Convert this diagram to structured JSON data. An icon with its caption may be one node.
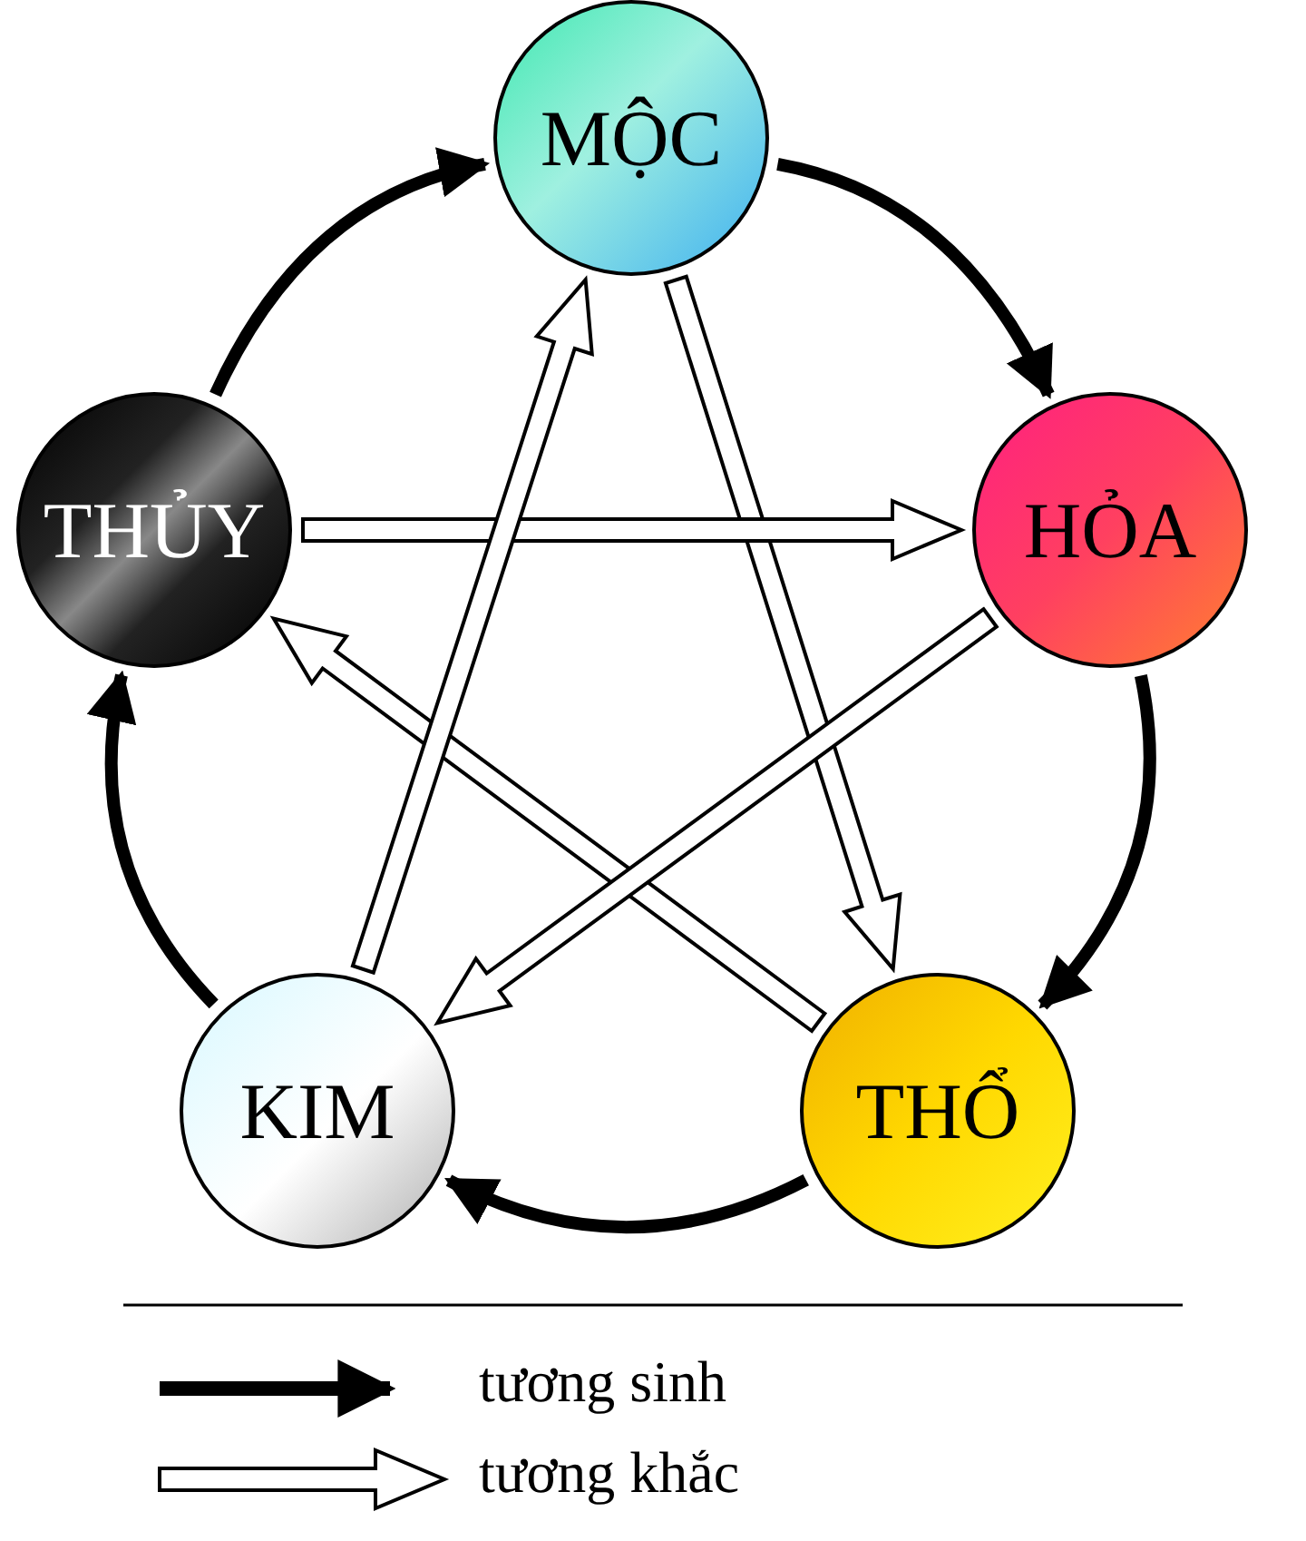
{
  "diagram": {
    "nodes": [
      {
        "text": [
          "MỘC"
        ]
      },
      {
        "text": [
          "HỎA"
        ]
      },
      {
        "text": [
          "THỔ"
        ]
      },
      {
        "text": [
          "KIM"
        ]
      },
      {
        "text": [
          "THỦY"
        ]
      }
    ],
    "edges": [
      {
        "from": 0,
        "to": 1,
        "arrow": "to"
      },
      {
        "from": 1,
        "to": 2,
        "arrow": "to"
      },
      {
        "from": 2,
        "to": 3,
        "arrow": "to"
      },
      {
        "from": 3,
        "to": 4,
        "arrow": "to"
      },
      {
        "from": 4,
        "to": 0,
        "arrow": "to"
      },
      {
        "from": 0,
        "to": 2,
        "arrow": "to",
        "color": "#ffffff"
      },
      {
        "from": 2,
        "to": 4,
        "arrow": "to",
        "color": "#ffffff"
      },
      {
        "from": 4,
        "to": 1,
        "arrow": "to",
        "color": "#ffffff"
      },
      {
        "from": 1,
        "to": 3,
        "arrow": "to",
        "color": "#ffffff"
      },
      {
        "from": 3,
        "to": 0,
        "arrow": "to",
        "color": "#ffffff"
      }
    ],
    "legend": [
      {
        "text": "tương sinh"
      },
      {
        "text": "tương khắc"
      }
    ]
  }
}
